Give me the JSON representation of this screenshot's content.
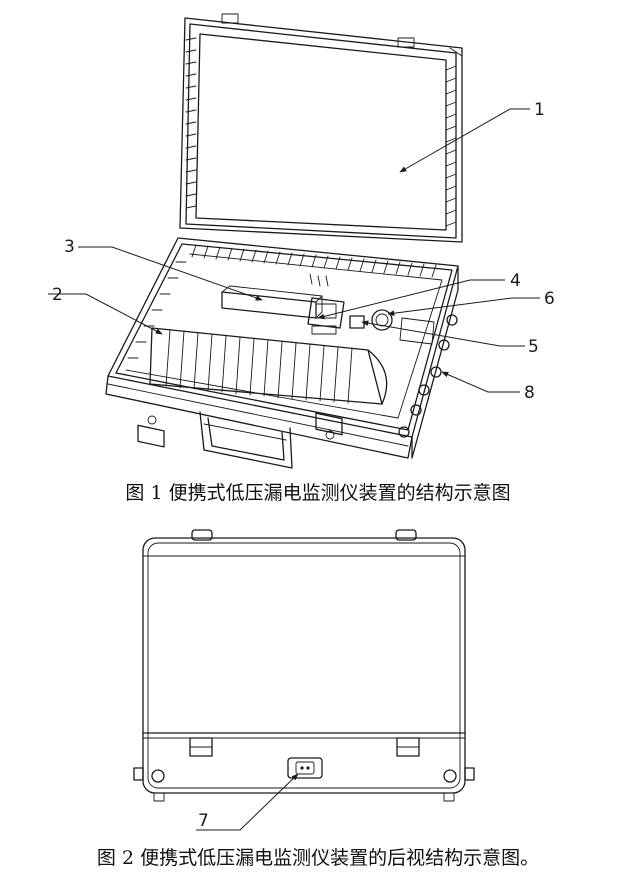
{
  "figure1": {
    "caption": "图 1 便携式低压漏电监测仪装置的结构示意图",
    "labels": [
      "1",
      "2",
      "3",
      "4",
      "5",
      "6",
      "8"
    ]
  },
  "figure2": {
    "caption": "图 2 便携式低压漏电监测仪装置的后视结构示意图。",
    "labels": [
      "7"
    ]
  }
}
